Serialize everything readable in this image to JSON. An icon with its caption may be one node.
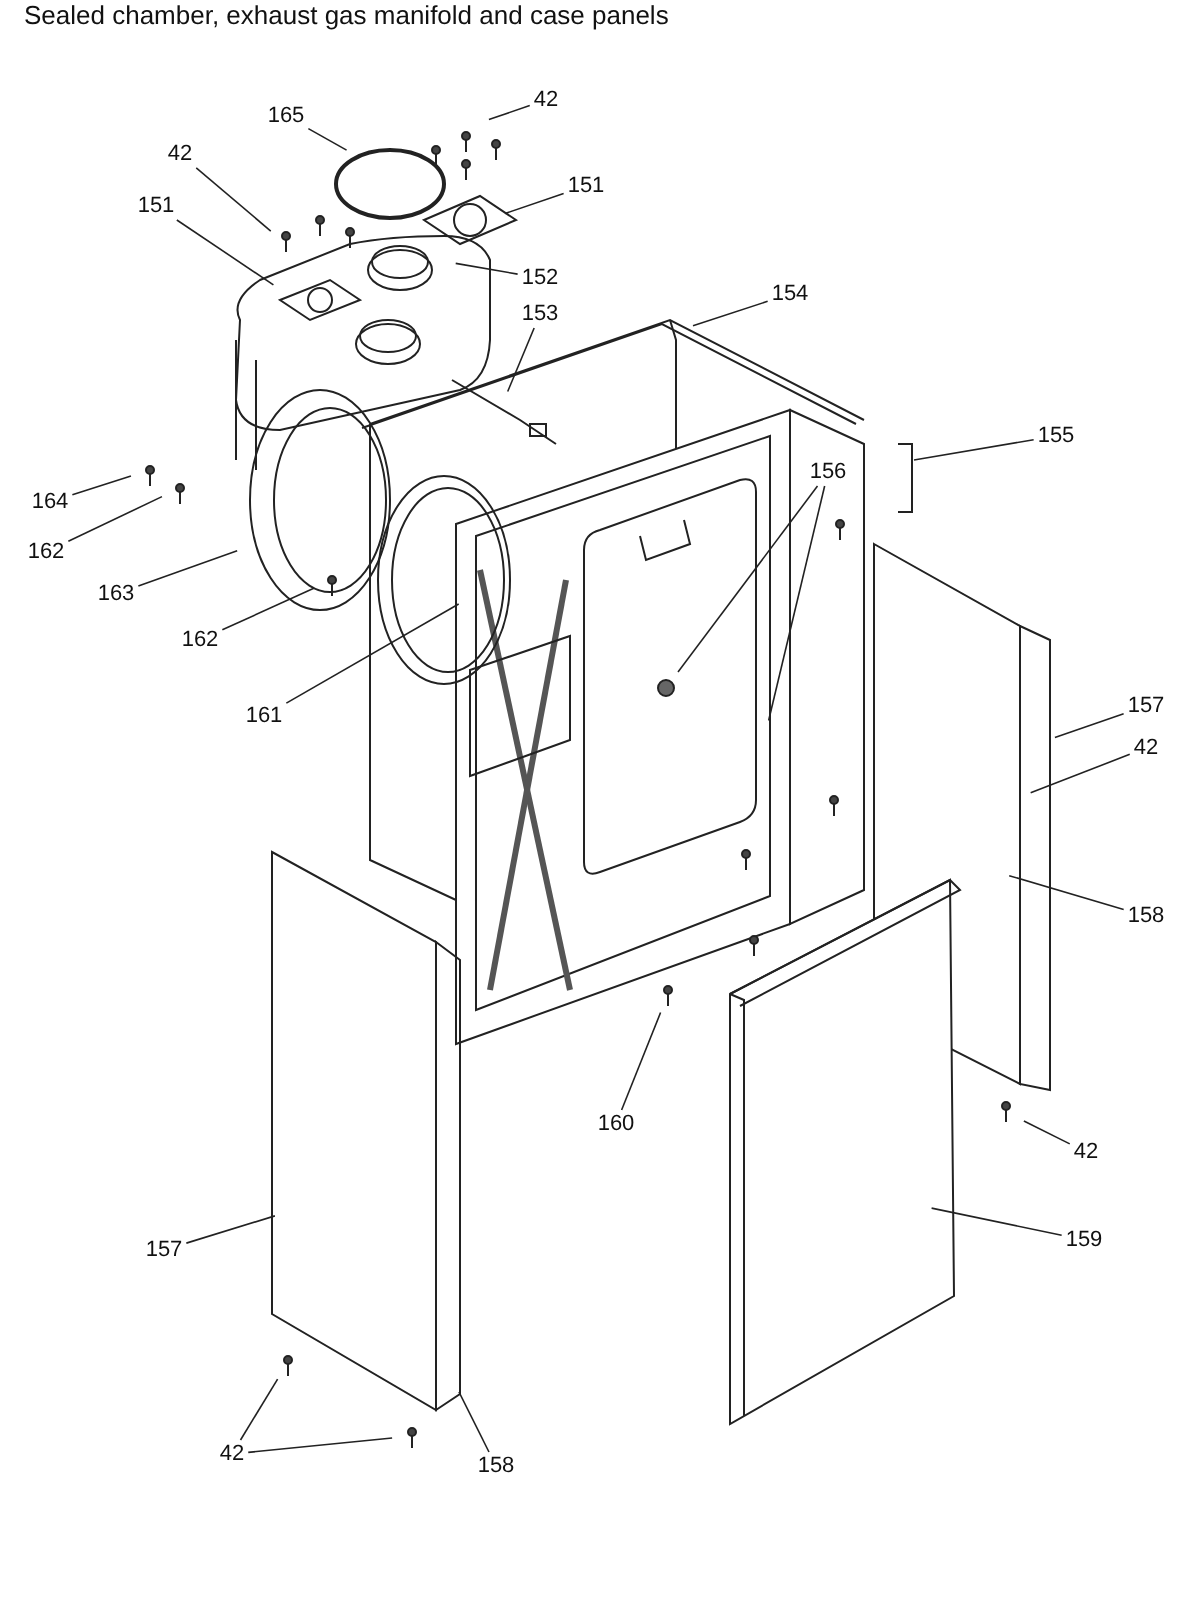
{
  "diagram": {
    "title": "Sealed chamber, exhaust gas manifold and case panels",
    "nodes": [
      {
        "text": [
          "42"
        ]
      },
      {
        "text": [
          "165"
        ]
      },
      {
        "text": [
          "42"
        ]
      },
      {
        "text": [
          "151"
        ]
      },
      {
        "text": [
          "151"
        ]
      },
      {
        "text": [
          "152"
        ]
      },
      {
        "text": [
          "153"
        ]
      },
      {
        "text": [
          "154"
        ]
      },
      {
        "text": [
          "155"
        ]
      },
      {
        "text": [
          "156"
        ]
      },
      {
        "text": [
          "164"
        ]
      },
      {
        "text": [
          "162"
        ]
      },
      {
        "text": [
          "163"
        ]
      },
      {
        "text": [
          "162"
        ]
      },
      {
        "text": [
          "161"
        ]
      },
      {
        "text": [
          "157"
        ]
      },
      {
        "text": [
          "42"
        ]
      },
      {
        "text": [
          "158"
        ]
      },
      {
        "text": [
          "160"
        ]
      },
      {
        "text": [
          "42"
        ]
      },
      {
        "text": [
          "159"
        ]
      },
      {
        "text": [
          "157"
        ]
      },
      {
        "text": [
          "42"
        ]
      },
      {
        "text": [
          "158"
        ]
      }
    ],
    "edges": [
      {
        "from": 0,
        "to": null,
        "arrow": "none"
      },
      {
        "from": 1,
        "to": null,
        "arrow": "none"
      },
      {
        "from": 2,
        "to": null,
        "arrow": "none"
      },
      {
        "from": 3,
        "to": null,
        "arrow": "none"
      },
      {
        "from": 4,
        "to": null,
        "arrow": "none"
      },
      {
        "from": 5,
        "to": null,
        "arrow": "none"
      },
      {
        "from": 6,
        "to": null,
        "arrow": "none"
      },
      {
        "from": 7,
        "to": null,
        "arrow": "none"
      },
      {
        "from": 8,
        "to": null,
        "arrow": "none"
      },
      {
        "from": 9,
        "to": null,
        "arrow": "none"
      },
      {
        "from": 9,
        "to": null,
        "arrow": "none"
      },
      {
        "from": 10,
        "to": null,
        "arrow": "none"
      },
      {
        "from": 11,
        "to": null,
        "arrow": "none"
      },
      {
        "from": 12,
        "to": null,
        "arrow": "none"
      },
      {
        "from": 13,
        "to": null,
        "arrow": "none"
      },
      {
        "from": 14,
        "to": null,
        "arrow": "none"
      },
      {
        "from": 15,
        "to": null,
        "arrow": "none"
      },
      {
        "from": 16,
        "to": null,
        "arrow": "none"
      },
      {
        "from": 17,
        "to": null,
        "arrow": "none"
      },
      {
        "from": 18,
        "to": null,
        "arrow": "none"
      },
      {
        "from": 19,
        "to": null,
        "arrow": "none"
      },
      {
        "from": 20,
        "to": null,
        "arrow": "none"
      },
      {
        "from": 21,
        "to": null,
        "arrow": "none"
      },
      {
        "from": 22,
        "to": null,
        "arrow": "none"
      },
      {
        "from": 22,
        "to": null,
        "arrow": "none"
      },
      {
        "from": 23,
        "to": null,
        "arrow": "none"
      }
    ]
  }
}
